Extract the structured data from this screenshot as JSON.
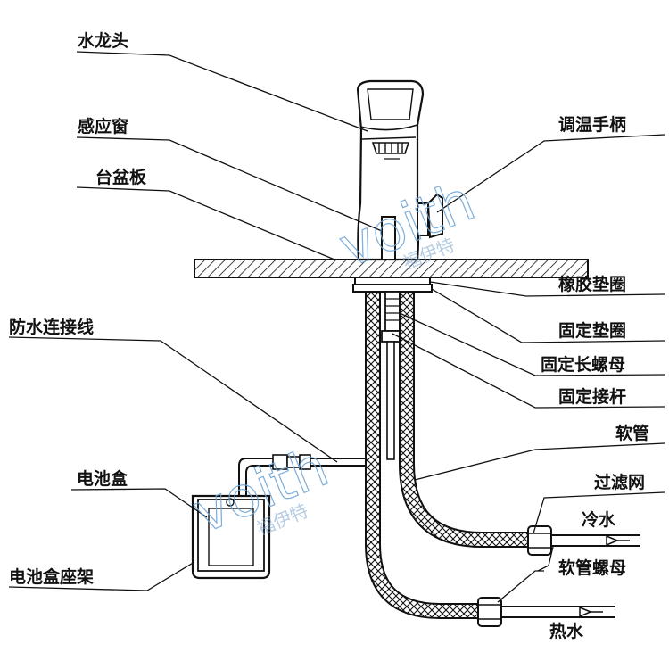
{
  "labels": {
    "faucet": "水龙头",
    "sensor_window": "感应窗",
    "countertop": "台盆板",
    "waterproof_cable": "防水连接线",
    "battery_box": "电池盒",
    "battery_box_bracket": "电池盒座架",
    "temp_handle": "调温手柄",
    "rubber_gasket": "橡胶垫圈",
    "fixing_gasket": "固定垫圈",
    "fixing_long_nut": "固定长螺母",
    "fixing_rod": "固定接杆",
    "hose": "软管",
    "filter_screen": "过滤网",
    "cold_water": "冷水",
    "hose_nut": "软管螺母",
    "hot_water": "热水"
  },
  "watermark": {
    "brand": "voith",
    "brand_cn": "福伊特",
    "color": "#6fa6d6"
  }
}
